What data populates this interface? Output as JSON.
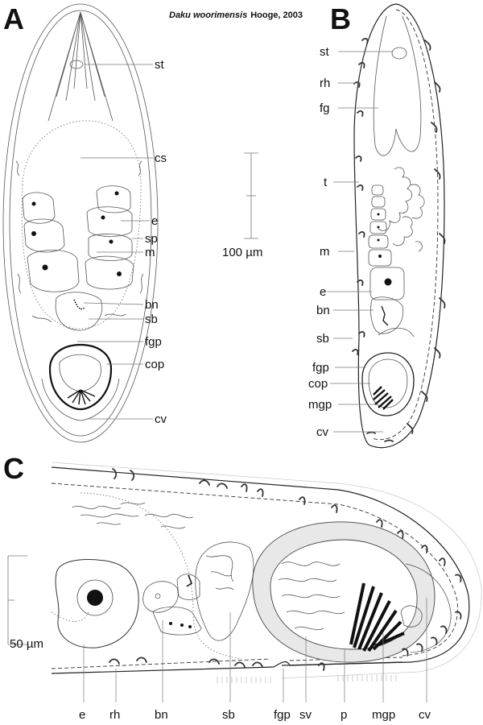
{
  "title": {
    "species": "Daku woorimensis",
    "authority": "Hooge, 2003"
  },
  "panels": {
    "a": "A",
    "b": "B",
    "c": "C"
  },
  "panel_a": {
    "labels": {
      "st": "st",
      "cs": "cs",
      "e": "e",
      "sp": "sp",
      "m": "m",
      "bn": "bn",
      "sb": "sb",
      "fgp": "fgp",
      "cop": "cop",
      "cv": "cv"
    }
  },
  "panel_b": {
    "labels": {
      "st": "st",
      "rh": "rh",
      "fg": "fg",
      "t": "t",
      "m": "m",
      "e": "e",
      "bn": "bn",
      "sb": "sb",
      "fgp": "fgp",
      "cop": "cop",
      "mgp": "mgp",
      "cv": "cv"
    }
  },
  "panel_c": {
    "labels": {
      "e": "e",
      "rh": "rh",
      "bn": "bn",
      "sb": "sb",
      "fgp": "fgp",
      "sv": "sv",
      "p": "p",
      "mgp": "mgp",
      "cv": "cv"
    }
  },
  "scale_bars": {
    "ab": "100 µm",
    "c": "50 µm"
  }
}
